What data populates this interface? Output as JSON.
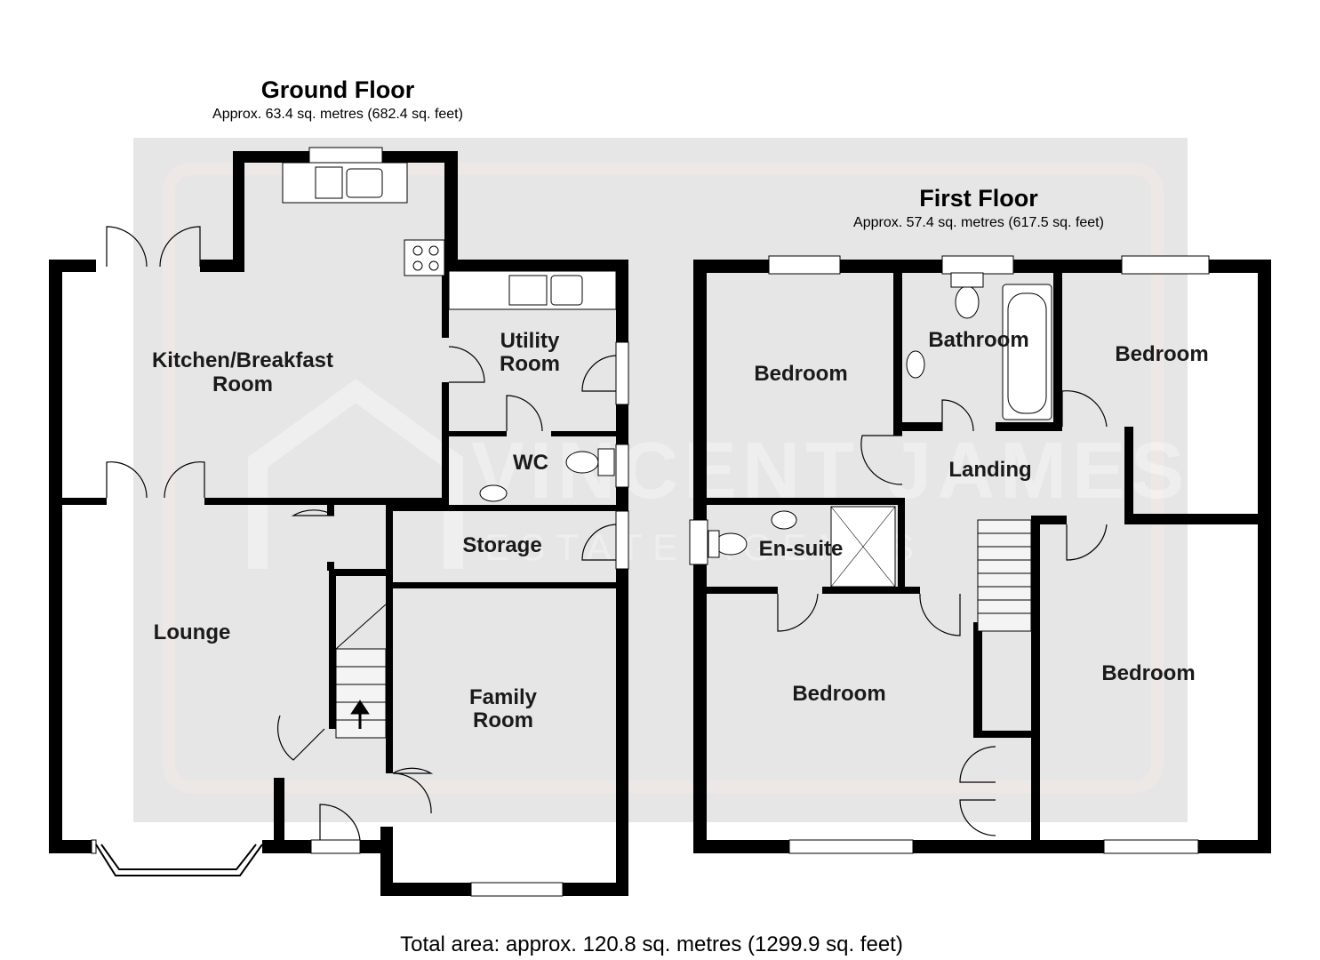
{
  "ground_floor": {
    "title": "Ground Floor",
    "area": "Approx. 63.4 sq. metres (682.4 sq. feet)",
    "rooms": {
      "kitchen_line1": "Kitchen/Breakfast",
      "kitchen_line2": "Room",
      "utility_line1": "Utility",
      "utility_line2": "Room",
      "wc": "WC",
      "storage": "Storage",
      "lounge": "Lounge",
      "family_line1": "Family",
      "family_line2": "Room"
    }
  },
  "first_floor": {
    "title": "First Floor",
    "area": "Approx. 57.4 sq. metres (617.5 sq. feet)",
    "rooms": {
      "bedroom_1": "Bedroom",
      "bathroom": "Bathroom",
      "bedroom_2": "Bedroom",
      "landing": "Landing",
      "ensuite": "En-suite",
      "bedroom_3": "Bedroom",
      "bedroom_4": "Bedroom"
    }
  },
  "total_area": "Total area: approx. 120.8 sq. metres (1299.9 sq. feet)",
  "watermark": {
    "line1": "VINCENT JAMES",
    "line2": "ESTATE AGENTS"
  },
  "colors": {
    "wall": "#000000",
    "floor": "#e6e6e6",
    "background": "#ffffff"
  }
}
